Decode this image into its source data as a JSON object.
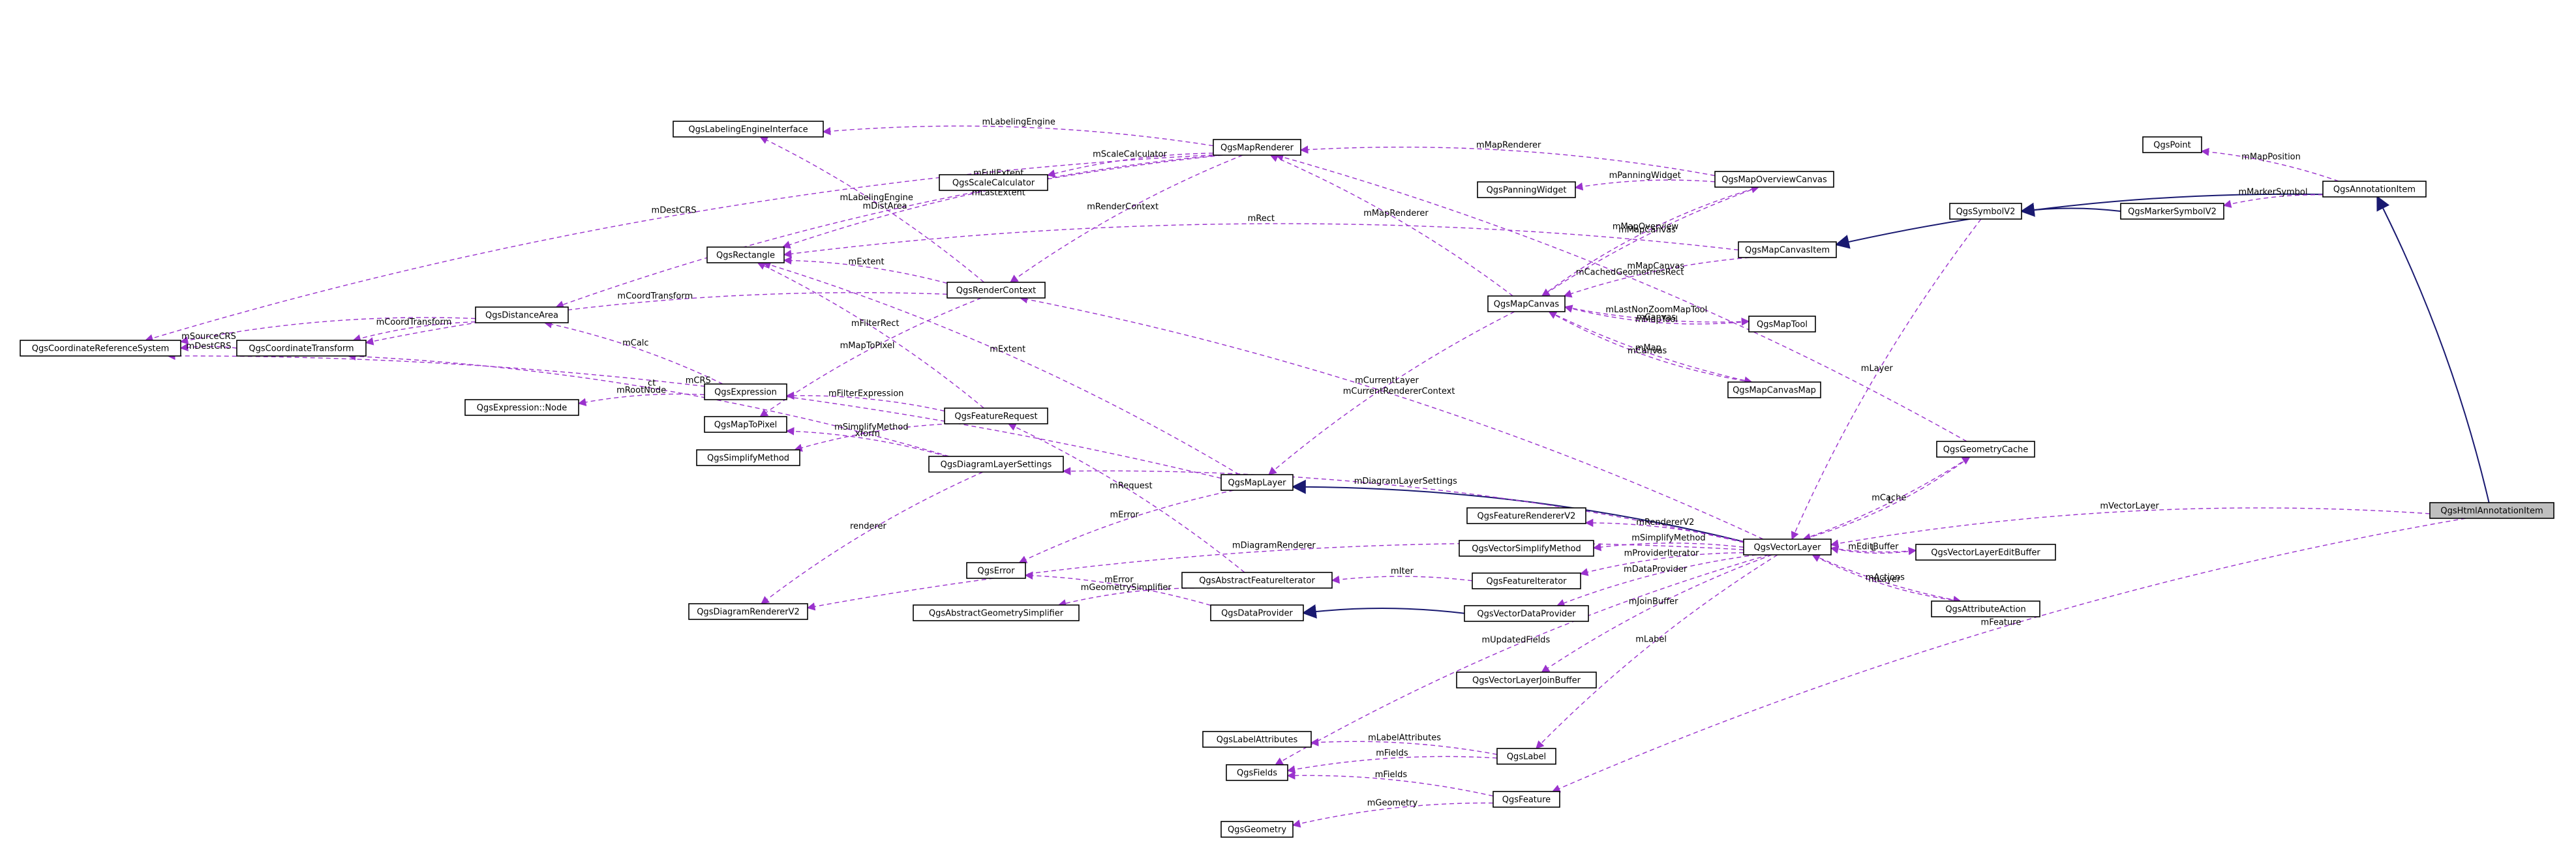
{
  "colors": {
    "usage": "#9a32cd",
    "inherit": "#191970",
    "highlight": "#bfbfbf"
  },
  "nodes": [
    {
      "id": "QgsHtmlAnnotationItem",
      "label": "QgsHtmlAnnotationItem",
      "highlight": true
    },
    {
      "id": "QgsAnnotationItem",
      "label": "QgsAnnotationItem"
    },
    {
      "id": "QgsPoint",
      "label": "QgsPoint"
    },
    {
      "id": "QgsMarkerSymbolV2",
      "label": "QgsMarkerSymbolV2"
    },
    {
      "id": "QgsSymbolV2",
      "label": "QgsSymbolV2"
    },
    {
      "id": "QgsMapCanvasItem",
      "label": "QgsMapCanvasItem"
    },
    {
      "id": "QgsMapOverviewCanvas",
      "label": "QgsMapOverviewCanvas"
    },
    {
      "id": "QgsPanningWidget",
      "label": "QgsPanningWidget"
    },
    {
      "id": "QgsMapCanvas",
      "label": "QgsMapCanvas"
    },
    {
      "id": "QgsMapTool",
      "label": "QgsMapTool"
    },
    {
      "id": "QgsMapCanvasMap",
      "label": "QgsMapCanvasMap"
    },
    {
      "id": "QgsMapRenderer",
      "label": "QgsMapRenderer"
    },
    {
      "id": "QgsLabelingEngineInterface",
      "label": "QgsLabelingEngineInterface"
    },
    {
      "id": "QgsScaleCalculator",
      "label": "QgsScaleCalculator"
    },
    {
      "id": "QgsRectangle",
      "label": "QgsRectangle"
    },
    {
      "id": "QgsRenderContext",
      "label": "QgsRenderContext"
    },
    {
      "id": "QgsDistanceArea",
      "label": "QgsDistanceArea"
    },
    {
      "id": "QgsCoordinateReferenceSystem",
      "label": "QgsCoordinateReferenceSystem"
    },
    {
      "id": "QgsCoordinateTransform",
      "label": "QgsCoordinateTransform"
    },
    {
      "id": "QgsExpression",
      "label": "QgsExpression"
    },
    {
      "id": "QgsExpressionNode",
      "label": "QgsExpression::Node"
    },
    {
      "id": "QgsMapToPixel",
      "label": "QgsMapToPixel"
    },
    {
      "id": "QgsSimplifyMethod",
      "label": "QgsSimplifyMethod"
    },
    {
      "id": "QgsFeatureRequest",
      "label": "QgsFeatureRequest"
    },
    {
      "id": "QgsDiagramLayerSettings",
      "label": "QgsDiagramLayerSettings"
    },
    {
      "id": "QgsDiagramRendererV2",
      "label": "QgsDiagramRendererV2"
    },
    {
      "id": "QgsMapLayer",
      "label": "QgsMapLayer"
    },
    {
      "id": "QgsError",
      "label": "QgsError"
    },
    {
      "id": "QgsAbstractFeatureIterator",
      "label": "QgsAbstractFeatureIterator"
    },
    {
      "id": "QgsAbstractGeometrySimplifier",
      "label": "QgsAbstractGeometrySimplifier"
    },
    {
      "id": "QgsDataProvider",
      "label": "QgsDataProvider"
    },
    {
      "id": "QgsFeatureRendererV2",
      "label": "QgsFeatureRendererV2"
    },
    {
      "id": "QgsVectorSimplifyMethod",
      "label": "QgsVectorSimplifyMethod"
    },
    {
      "id": "QgsFeatureIterator",
      "label": "QgsFeatureIterator"
    },
    {
      "id": "QgsVectorDataProvider",
      "label": "QgsVectorDataProvider"
    },
    {
      "id": "QgsVectorLayerJoinBuffer",
      "label": "QgsVectorLayerJoinBuffer"
    },
    {
      "id": "QgsVectorLayer",
      "label": "QgsVectorLayer"
    },
    {
      "id": "QgsGeometryCache",
      "label": "QgsGeometryCache"
    },
    {
      "id": "QgsVectorLayerEditBuffer",
      "label": "QgsVectorLayerEditBuffer"
    },
    {
      "id": "QgsAttributeAction",
      "label": "QgsAttributeAction"
    },
    {
      "id": "QgsLabelAttributes",
      "label": "QgsLabelAttributes"
    },
    {
      "id": "QgsFields",
      "label": "QgsFields"
    },
    {
      "id": "QgsLabel",
      "label": "QgsLabel"
    },
    {
      "id": "QgsFeature",
      "label": "QgsFeature"
    },
    {
      "id": "QgsGeometry",
      "label": "QgsGeometry"
    }
  ],
  "edges": [
    {
      "kind": "inherit",
      "from": "QgsHtmlAnnotationItem",
      "to": "QgsAnnotationItem"
    },
    {
      "kind": "inherit",
      "from": "QgsAnnotationItem",
      "to": "QgsMapCanvasItem"
    },
    {
      "kind": "inherit",
      "from": "QgsMarkerSymbolV2",
      "to": "QgsSymbolV2"
    },
    {
      "kind": "inherit",
      "from": "QgsVectorLayer",
      "to": "QgsMapLayer"
    },
    {
      "kind": "inherit",
      "from": "QgsVectorDataProvider",
      "to": "QgsDataProvider"
    },
    {
      "kind": "usage",
      "from": "QgsHtmlAnnotationItem",
      "to": "QgsVectorLayer",
      "label": "mVectorLayer"
    },
    {
      "kind": "usage",
      "from": "QgsHtmlAnnotationItem",
      "to": "QgsFeature",
      "label": "mFeature"
    },
    {
      "kind": "usage",
      "from": "QgsAnnotationItem",
      "to": "QgsPoint",
      "label": "mMapPosition"
    },
    {
      "kind": "usage",
      "from": "QgsAnnotationItem",
      "to": "QgsMarkerSymbolV2",
      "label": "mMarkerSymbol"
    },
    {
      "kind": "usage",
      "from": "QgsMapCanvasItem",
      "to": "QgsMapCanvas",
      "label": "mMapCanvas"
    },
    {
      "kind": "usage",
      "from": "QgsMapCanvasItem",
      "to": "QgsRectangle",
      "label": "mRect"
    },
    {
      "kind": "usage",
      "from": "QgsMapOverviewCanvas",
      "to": "QgsPanningWidget",
      "label": "mPanningWidget"
    },
    {
      "kind": "usage",
      "from": "QgsMapOverviewCanvas",
      "to": "QgsMapCanvas",
      "label": "mMapCanvas"
    },
    {
      "kind": "usage",
      "from": "QgsMapOverviewCanvas",
      "to": "QgsMapRenderer",
      "label": "mMapRenderer"
    },
    {
      "kind": "usage",
      "from": "QgsMapCanvas",
      "to": "QgsMapOverviewCanvas",
      "label": "mMapOverview"
    },
    {
      "kind": "usage",
      "from": "QgsMapCanvas",
      "to": "QgsMapRenderer",
      "label": "mMapRenderer"
    },
    {
      "kind": "usage",
      "from": "QgsMapCanvas",
      "to": "QgsMapTool",
      "label": "mLastNonZoomMapTool\nmMapTool"
    },
    {
      "kind": "usage",
      "from": "QgsMapCanvas",
      "to": "QgsMapCanvasMap",
      "label": "mMap"
    },
    {
      "kind": "usage",
      "from": "QgsMapCanvas",
      "to": "QgsMapLayer",
      "label": "mCurrentLayer"
    },
    {
      "kind": "usage",
      "from": "QgsMapTool",
      "to": "QgsMapCanvas",
      "label": "mCanvas"
    },
    {
      "kind": "usage",
      "from": "QgsMapCanvasMap",
      "to": "QgsMapCanvas",
      "label": "mCanvas"
    },
    {
      "kind": "usage",
      "from": "QgsMapRenderer",
      "to": "QgsCoordinateReferenceSystem",
      "label": "mDestCRS"
    },
    {
      "kind": "usage",
      "from": "QgsMapRenderer",
      "to": "QgsDistanceArea",
      "label": "mDistArea"
    },
    {
      "kind": "usage",
      "from": "QgsMapRenderer",
      "to": "QgsLabelingEngineInterface",
      "label": "mLabelingEngine"
    },
    {
      "kind": "usage",
      "from": "QgsMapRenderer",
      "to": "QgsRectangle",
      "label": "mFullExtent\nmExtent\nmLastExtent"
    },
    {
      "kind": "usage",
      "from": "QgsMapRenderer",
      "to": "QgsScaleCalculator",
      "label": "mScaleCalculator"
    },
    {
      "kind": "usage",
      "from": "QgsMapRenderer",
      "to": "QgsRenderContext",
      "label": "mRenderContext"
    },
    {
      "kind": "usage",
      "from": "QgsRenderContext",
      "to": "QgsLabelingEngineInterface",
      "label": "mLabelingEngine"
    },
    {
      "kind": "usage",
      "from": "QgsRenderContext",
      "to": "QgsRectangle",
      "label": "mExtent"
    },
    {
      "kind": "usage",
      "from": "QgsRenderContext",
      "to": "QgsCoordinateTransform",
      "label": "mCoordTransform"
    },
    {
      "kind": "usage",
      "from": "QgsRenderContext",
      "to": "QgsMapToPixel",
      "label": "mMapToPixel"
    },
    {
      "kind": "usage",
      "from": "QgsDistanceArea",
      "to": "QgsCoordinateReferenceSystem",
      "label": ""
    },
    {
      "kind": "usage",
      "from": "QgsCoordinateTransform",
      "to": "QgsCoordinateReferenceSystem",
      "label": "mSourceCRS\nmDestCRS"
    },
    {
      "kind": "usage",
      "from": "QgsDistanceArea",
      "to": "QgsCoordinateTransform",
      "label": "mCoordTransform"
    },
    {
      "kind": "usage",
      "from": "QgsExpression",
      "to": "QgsDistanceArea",
      "label": "mCalc"
    },
    {
      "kind": "usage",
      "from": "QgsExpression",
      "to": "QgsExpressionNode",
      "label": "mRootNode"
    },
    {
      "kind": "usage",
      "from": "QgsFeatureRequest",
      "to": "QgsRectangle",
      "label": "mFilterRect"
    },
    {
      "kind": "usage",
      "from": "QgsFeatureRequest",
      "to": "QgsExpression",
      "label": "mFilterExpression"
    },
    {
      "kind": "usage",
      "from": "QgsFeatureRequest",
      "to": "QgsSimplifyMethod",
      "label": "mSimplifyMethod"
    },
    {
      "kind": "usage",
      "from": "QgsDiagramLayerSettings",
      "to": "QgsMapToPixel",
      "label": "xform"
    },
    {
      "kind": "usage",
      "from": "QgsDiagramLayerSettings",
      "to": "QgsCoordinateTransform",
      "label": "ct"
    },
    {
      "kind": "usage",
      "from": "QgsDiagramLayerSettings",
      "to": "QgsDiagramRendererV2",
      "label": "renderer"
    },
    {
      "kind": "usage",
      "from": "QgsMapLayer",
      "to": "QgsRectangle",
      "label": "mExtent"
    },
    {
      "kind": "usage",
      "from": "QgsMapLayer",
      "to": "QgsCoordinateReferenceSystem",
      "label": "mCRS"
    },
    {
      "kind": "usage",
      "from": "QgsMapLayer",
      "to": "QgsError",
      "label": "mError"
    },
    {
      "kind": "usage",
      "from": "QgsAbstractFeatureIterator",
      "to": "QgsFeatureRequest",
      "label": "mRequest"
    },
    {
      "kind": "usage",
      "from": "QgsAbstractFeatureIterator",
      "to": "QgsAbstractGeometrySimplifier",
      "label": "mGeometrySimplifier"
    },
    {
      "kind": "usage",
      "from": "QgsDataProvider",
      "to": "QgsError",
      "label": "mError"
    },
    {
      "kind": "usage",
      "from": "QgsFeatureIterator",
      "to": "QgsAbstractFeatureIterator",
      "label": "mIter"
    },
    {
      "kind": "usage",
      "from": "QgsVectorLayer",
      "to": "QgsFeatureRendererV2",
      "label": "mRendererV2"
    },
    {
      "kind": "usage",
      "from": "QgsVectorLayer",
      "to": "QgsVectorSimplifyMethod",
      "label": "mSimplifyMethod"
    },
    {
      "kind": "usage",
      "from": "QgsVectorLayer",
      "to": "QgsFeatureIterator",
      "label": "mProviderIterator"
    },
    {
      "kind": "usage",
      "from": "QgsVectorLayer",
      "to": "QgsVectorDataProvider",
      "label": "mDataProvider"
    },
    {
      "kind": "usage",
      "from": "QgsVectorLayer",
      "to": "QgsDiagramRendererV2",
      "label": "mDiagramRenderer"
    },
    {
      "kind": "usage",
      "from": "QgsVectorLayer",
      "to": "QgsDiagramLayerSettings",
      "label": "mDiagramLayerSettings"
    },
    {
      "kind": "usage",
      "from": "QgsVectorLayer",
      "to": "QgsRenderContext",
      "label": "mCurrentRendererContext"
    },
    {
      "kind": "usage",
      "from": "QgsVectorLayer",
      "to": "QgsVectorLayerJoinBuffer",
      "label": "mJoinBuffer"
    },
    {
      "kind": "usage",
      "from": "QgsVectorLayer",
      "to": "QgsFields",
      "label": "mUpdatedFields"
    },
    {
      "kind": "usage",
      "from": "QgsVectorLayer",
      "to": "QgsLabel",
      "label": "mLabel"
    },
    {
      "kind": "usage",
      "from": "QgsVectorLayer",
      "to": "QgsGeometryCache",
      "label": "mCache"
    },
    {
      "kind": "usage",
      "from": "QgsVectorLayer",
      "to": "QgsVectorLayerEditBuffer",
      "label": "mEditBuffer"
    },
    {
      "kind": "usage",
      "from": "QgsVectorLayer",
      "to": "QgsAttributeAction",
      "label": "mActions"
    },
    {
      "kind": "usage",
      "from": "QgsGeometryCache",
      "to": "QgsVectorLayer",
      "label": "L"
    },
    {
      "kind": "usage",
      "from": "QgsGeometryCache",
      "to": "QgsMapRenderer",
      "label": "mCachedGeometriesRect"
    },
    {
      "kind": "usage",
      "from": "QgsVectorLayerEditBuffer",
      "to": "QgsVectorLayer",
      "label": "L"
    },
    {
      "kind": "usage",
      "from": "QgsAttributeAction",
      "to": "QgsVectorLayer",
      "label": "mLayer"
    },
    {
      "kind": "usage",
      "from": "QgsSymbolV2",
      "to": "QgsVectorLayer",
      "label": "mLayer"
    },
    {
      "kind": "usage",
      "from": "QgsLabel",
      "to": "QgsLabelAttributes",
      "label": "mLabelAttributes"
    },
    {
      "kind": "usage",
      "from": "QgsLabel",
      "to": "QgsFields",
      "label": "mFields"
    },
    {
      "kind": "usage",
      "from": "QgsFeature",
      "to": "QgsFields",
      "label": "mFields"
    },
    {
      "kind": "usage",
      "from": "QgsFeature",
      "to": "QgsGeometry",
      "label": "mGeometry"
    }
  ]
}
